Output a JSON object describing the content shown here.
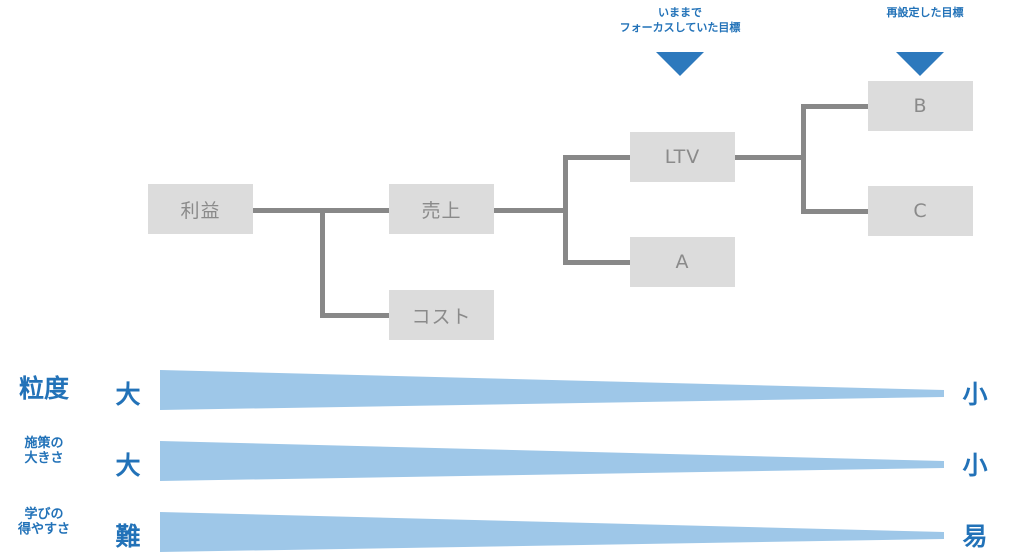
{
  "diagram": {
    "title_annotations": [
      {
        "id": "focus-goal",
        "text": "いままで\nフォーカスしていた目標",
        "color": "#2272b8"
      },
      {
        "id": "reset-goal",
        "text": "再設定した目標",
        "color": "#2272b8"
      }
    ],
    "nodes": [
      {
        "id": "profit",
        "label": "利益"
      },
      {
        "id": "revenue",
        "label": "売上"
      },
      {
        "id": "cost",
        "label": "コスト"
      },
      {
        "id": "ltv",
        "label": "LTV"
      },
      {
        "id": "a",
        "label": "A"
      },
      {
        "id": "b",
        "label": "B"
      },
      {
        "id": "c",
        "label": "C"
      }
    ],
    "node_fill": "#dcdcdc",
    "node_text_color": "#8a8a8a",
    "connector_color": "#888888"
  },
  "scales": {
    "wedge_color": "#9ec7e8",
    "rows": [
      {
        "id": "granularity",
        "label": "粒度",
        "label_size": "big",
        "left_label": "大",
        "right_label": "小"
      },
      {
        "id": "measure-size",
        "label": "施策の\n大きさ",
        "label_size": "small",
        "left_label": "大",
        "right_label": "小"
      },
      {
        "id": "learning-ease",
        "label": "学びの\n得やすさ",
        "label_size": "small",
        "left_label": "難",
        "right_label": "易"
      }
    ]
  }
}
